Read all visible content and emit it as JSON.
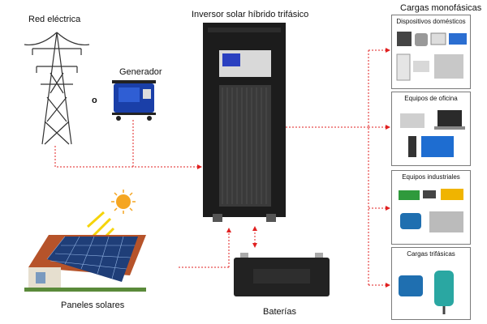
{
  "labels": {
    "grid": "Red eléctrica",
    "or": "o",
    "generator": "Generador",
    "inverter": "Inversor solar híbrido trifásico",
    "solar": "Paneles solares",
    "batteries": "Baterías",
    "loads_title": "Cargas monofásicas"
  },
  "load_boxes": [
    {
      "title": "Dispositivos domésticos"
    },
    {
      "title": "Equipos de oficina"
    },
    {
      "title": "Equipos industriales"
    },
    {
      "title": "Cargas trifásicas"
    }
  ],
  "colors": {
    "connector": "#e02020",
    "inverter": "#1c1c1c",
    "box_border": "#7a7a7a"
  }
}
